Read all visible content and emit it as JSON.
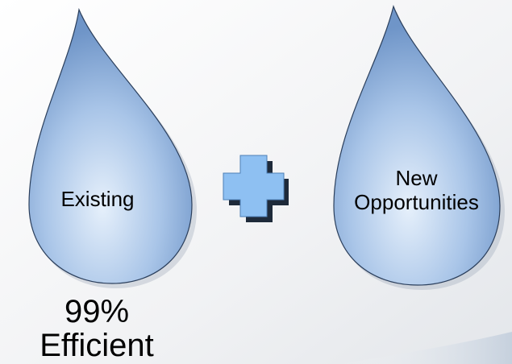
{
  "diagram": {
    "left_drop": {
      "label": "Existing",
      "caption_line1": "99%",
      "caption_line2": "Efficient"
    },
    "operator": {
      "icon": "plus-icon",
      "color": "#8ec0f2"
    },
    "right_drop": {
      "label_line1": "New",
      "label_line2": "Opportunities"
    },
    "colors": {
      "drop_light": "#e6f0fb",
      "drop_dark": "#6f95c8",
      "background": "#f3f4f6"
    }
  }
}
